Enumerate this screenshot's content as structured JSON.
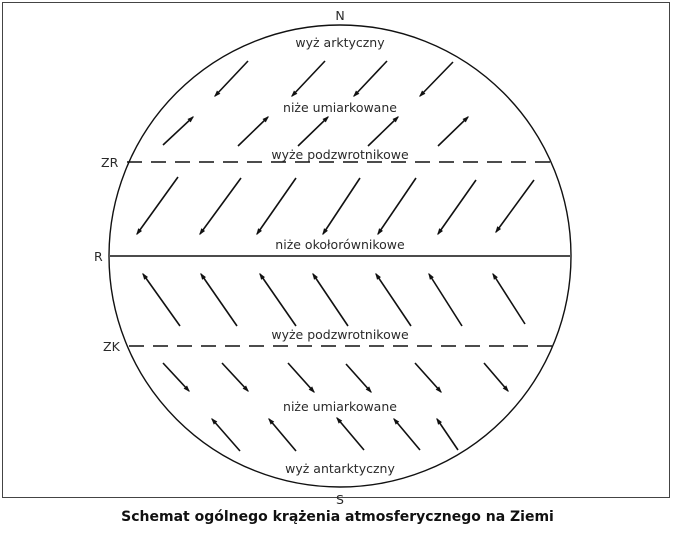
{
  "caption": "Schemat ogólnego krążenia atmosferycznego na Ziemi",
  "poles": {
    "north": "N",
    "south": "S"
  },
  "lines": {
    "tropic_north": {
      "label": "ZR",
      "style": "dashed"
    },
    "equator": {
      "label": "R",
      "style": "solid"
    },
    "tropic_south": {
      "label": "ZK",
      "style": "dashed"
    }
  },
  "zones": [
    {
      "id": "arctic_high",
      "label": "wyż arktyczny"
    },
    {
      "id": "north_temperate_lows",
      "label": "niże umiarkowane"
    },
    {
      "id": "north_subtropical_highs",
      "label": "wyże podzwrotnikowe"
    },
    {
      "id": "equatorial_lows",
      "label": "niże okołorównikowe"
    },
    {
      "id": "south_subtropical_highs",
      "label": "wyże podzwrotnikowe"
    },
    {
      "id": "south_temperate_lows",
      "label": "niże umiarkowane"
    },
    {
      "id": "antarctic_high",
      "label": "wyż antarktyczny"
    }
  ],
  "wind_arrows": {
    "polar_easterlies_north": {
      "direction": "south-west",
      "count": 4
    },
    "westerlies_north": {
      "direction": "north-east",
      "count": 5
    },
    "trade_winds_north": {
      "direction": "south-west",
      "count": 7
    },
    "trade_winds_south": {
      "direction": "north-west",
      "count": 7
    },
    "westerlies_south": {
      "direction": "south-east",
      "count": 6
    },
    "polar_easterlies_south": {
      "direction": "north-west",
      "count": 5
    }
  },
  "colors": {
    "stroke": "#111111",
    "text": "#2a2a2a",
    "background": "#ffffff"
  }
}
